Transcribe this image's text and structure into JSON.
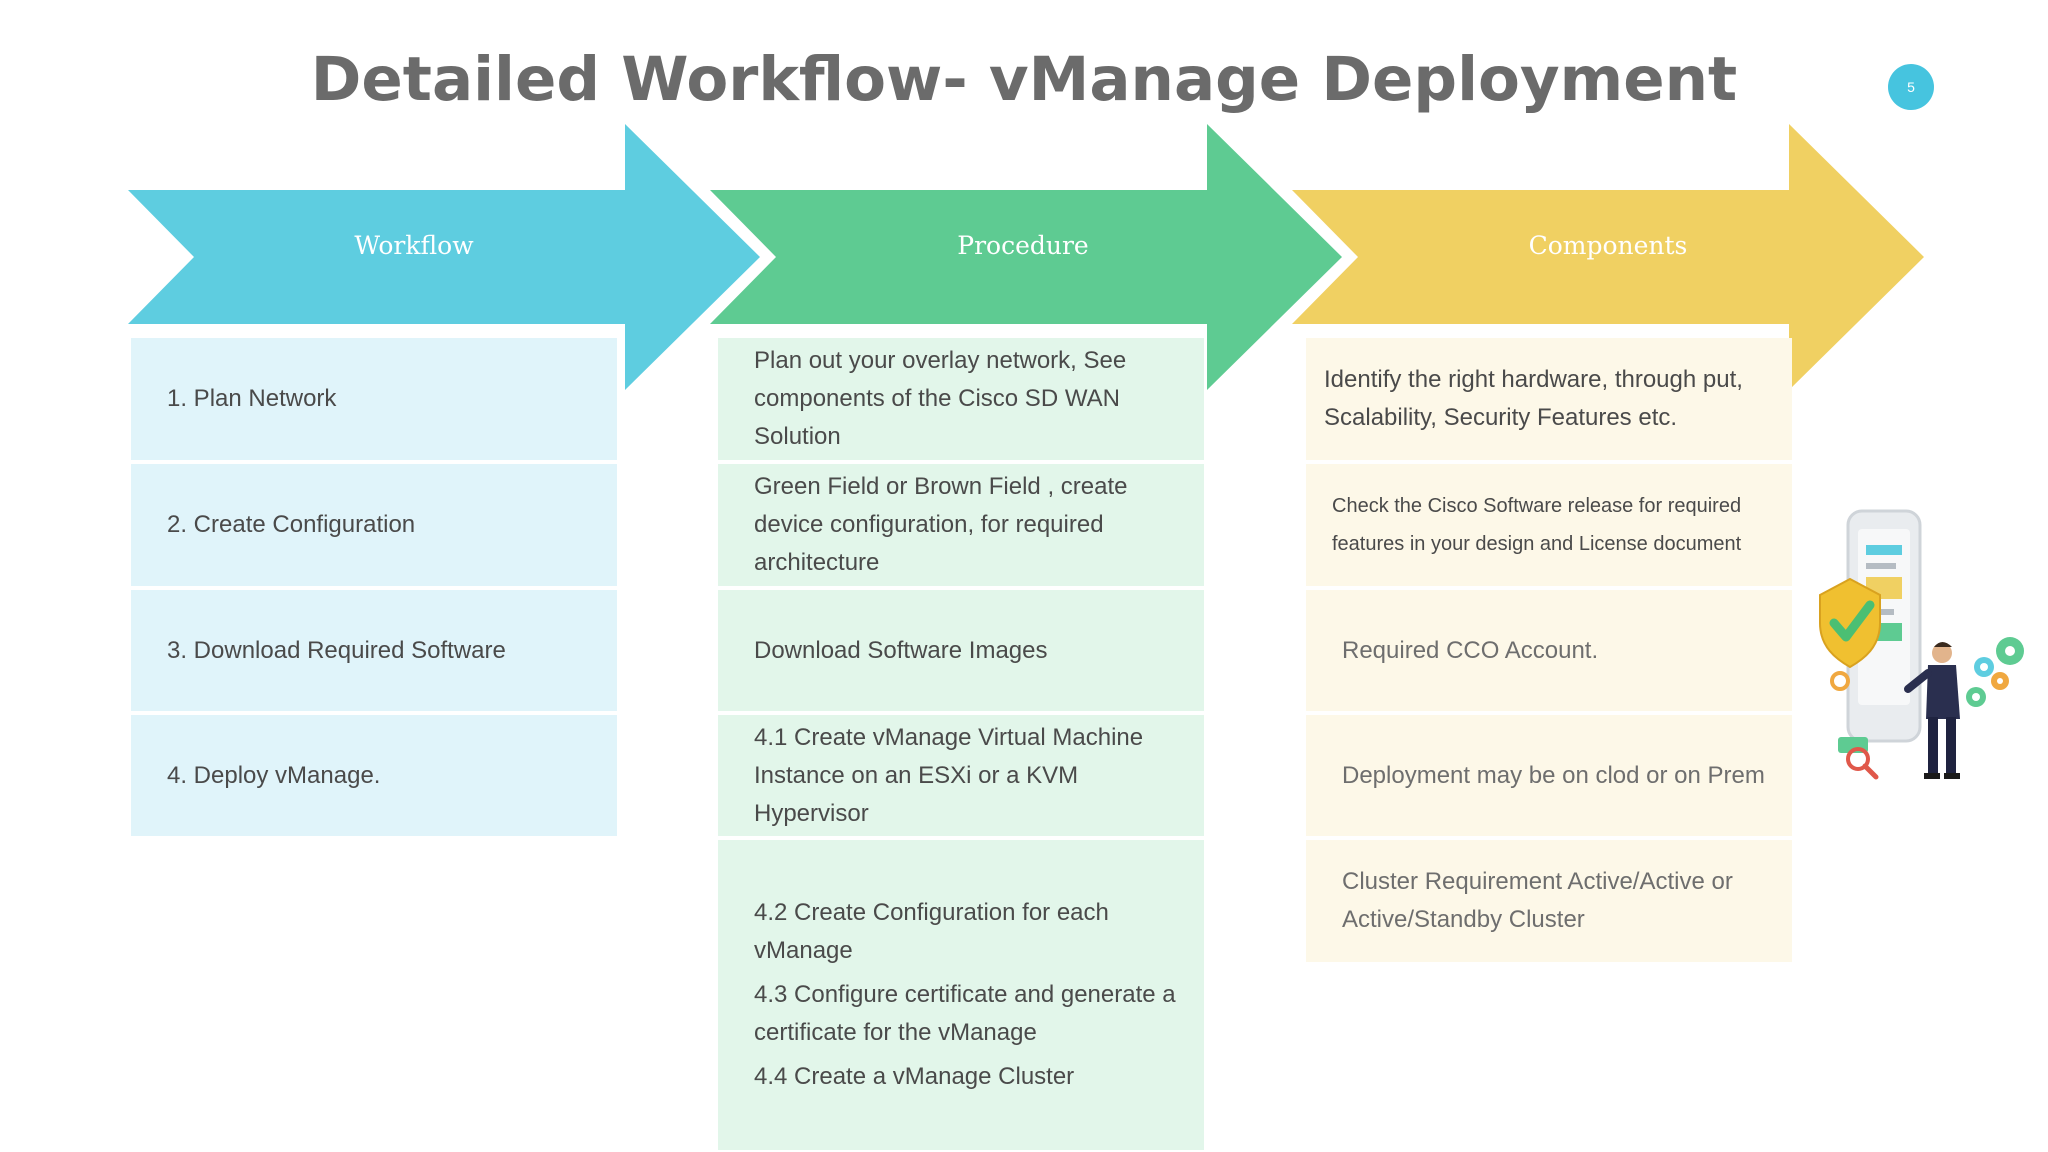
{
  "slide": {
    "title": "Detailed Workflow- vManage Deployment",
    "page_number": "5"
  },
  "colors": {
    "workflow": "#5ecde0",
    "procedure": "#5ecb92",
    "components": "#f0d062",
    "title": "#6b6b6b"
  },
  "headers": {
    "workflow": "Workflow",
    "procedure": "Procedure",
    "components": "Components"
  },
  "workflow": [
    "1. Plan Network",
    "2. Create Configuration",
    "3. Download Required Software",
    "4. Deploy vManage."
  ],
  "procedure": [
    "Plan out your overlay network, See components of the Cisco SD WAN Solution",
    "Green Field or Brown Field , create device configuration, for required architecture",
    "Download Software Images",
    "4.1 Create vManage Virtual Machine Instance on an ESXi or a KVM Hypervisor",
    "4.2 Create Configuration for each vManage",
    "4.3 Configure certificate and generate a certificate for the vManage",
    "4.4 Create a vManage Cluster"
  ],
  "components": [
    "Identify the right hardware, through put, Scalability, Security Features etc.",
    "Check the Cisco Software release for required features in your design and License document",
    "Required CCO Account.",
    "Deployment may be on clod or on Prem",
    "Cluster Requirement Active/Active or Active/Standby Cluster"
  ],
  "illustration": "person-with-tablet-security-illustration"
}
